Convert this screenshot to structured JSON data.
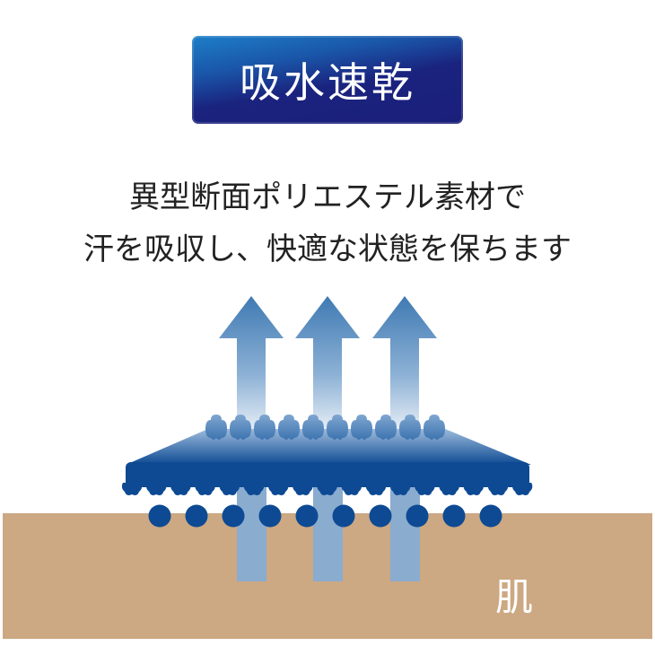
{
  "title": "吸水速乾",
  "description": {
    "line1": "異型断面ポリエステル素材で",
    "line2": "汗を吸収し、快適な状態を保ちます"
  },
  "skin_label": "肌",
  "colors": {
    "badge": "#1a237e",
    "fabric": "#0d4a93",
    "arrow": "#5b8fc0",
    "skin": "#cca883",
    "sweat": "#0d4a93"
  }
}
